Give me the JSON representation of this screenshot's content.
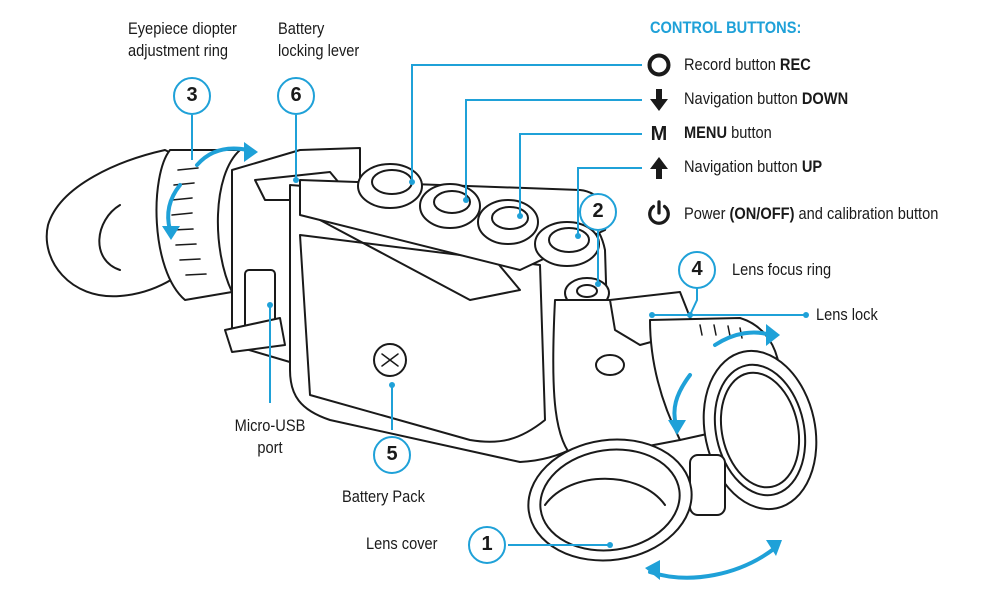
{
  "control_heading": "CONTROL BUTTONS:",
  "controls": [
    {
      "icon": "record-circle-icon",
      "text": "Record button ",
      "bold": "REC",
      "suffix": ""
    },
    {
      "icon": "arrow-down-icon",
      "text": "Navigation button ",
      "bold": "DOWN",
      "suffix": ""
    },
    {
      "icon": "menu-m-icon",
      "text": "",
      "bold": "MENU",
      "suffix": " button",
      "glyph": "M"
    },
    {
      "icon": "arrow-up-icon",
      "text": "Navigation button ",
      "bold": "UP",
      "suffix": ""
    },
    {
      "icon": "power-icon",
      "text": "Power ",
      "bold": "(ON/OFF)",
      "suffix": " and calibration button"
    }
  ],
  "callouts": {
    "eyepiece": {
      "line1": "Eyepiece diopter",
      "line2": "adjustment ring",
      "number": "3"
    },
    "battery_lever": {
      "line1": "Battery",
      "line2": "locking lever",
      "number": "6"
    },
    "power_num": "2",
    "lens_focus": {
      "label": "Lens focus ring",
      "number": "4"
    },
    "lens_lock": "Lens lock",
    "usb": {
      "line1": "Micro-USB",
      "line2": "port"
    },
    "battery_pack": {
      "label": "Battery Pack",
      "number": "5"
    },
    "lens_cover": {
      "label": "Lens cover",
      "number": "1"
    }
  },
  "colors": {
    "accent": "#1fa1d8",
    "line": "#1a1a1a"
  }
}
